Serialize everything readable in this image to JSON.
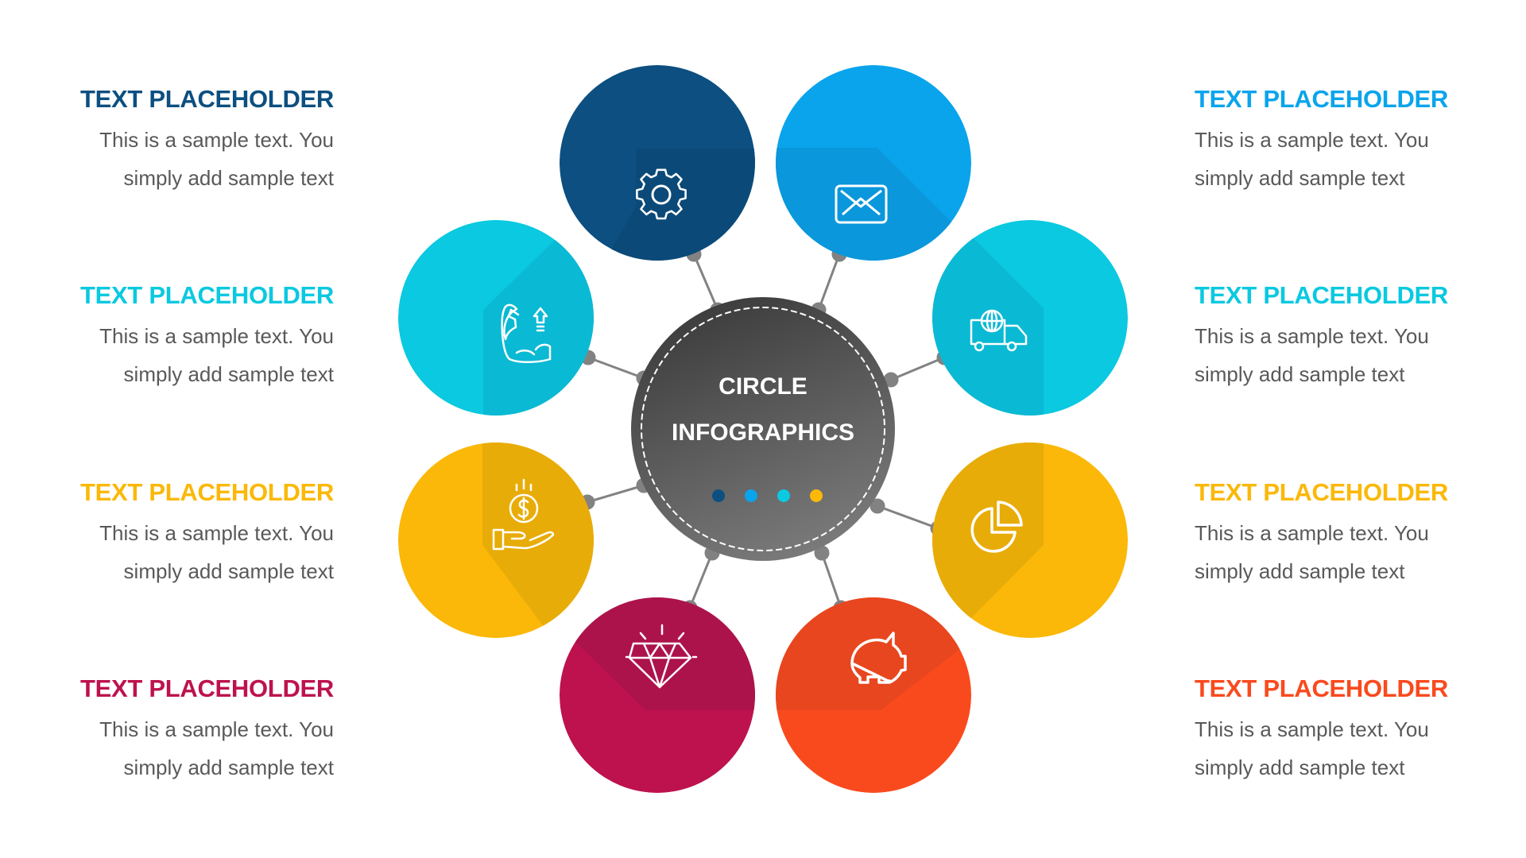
{
  "center": {
    "line1": "CIRCLE",
    "line2": "INFOGRAPHICS",
    "dots": [
      "#0c4f80",
      "#0aa4ec",
      "#0ac9e0",
      "#fbb809"
    ]
  },
  "items": [
    {
      "side": "left",
      "title": "TEXT PLACEHOLDER",
      "line1": "This is a sample text. You",
      "line2": "simply add sample text",
      "color": "#0c4f80",
      "icon": "gear-icon"
    },
    {
      "side": "left",
      "title": "TEXT PLACEHOLDER",
      "line1": "This is a sample text. You",
      "line2": "simply add sample text",
      "color": "#0ac9e0",
      "icon": "muscle-arm-icon"
    },
    {
      "side": "left",
      "title": "TEXT PLACEHOLDER",
      "line1": "This is a sample text. You",
      "line2": "simply add sample text",
      "color": "#fbb809",
      "icon": "money-hand-icon"
    },
    {
      "side": "left",
      "title": "TEXT PLACEHOLDER",
      "line1": "This is a sample text. You",
      "line2": "simply add sample text",
      "color": "#bd124e",
      "icon": "diamond-icon"
    },
    {
      "side": "right",
      "title": "TEXT PLACEHOLDER",
      "line1": "This is a sample text. You",
      "line2": "simply add sample text",
      "color": "#0aa4ec",
      "icon": "envelope-icon"
    },
    {
      "side": "right",
      "title": "TEXT PLACEHOLDER",
      "line1": "This is a sample text. You",
      "line2": "simply add sample text",
      "color": "#0ac9e0",
      "icon": "delivery-truck-globe-icon"
    },
    {
      "side": "right",
      "title": "TEXT PLACEHOLDER",
      "line1": "This is a sample text. You",
      "line2": "simply add sample text",
      "color": "#fbb809",
      "icon": "pie-chart-icon"
    },
    {
      "side": "right",
      "title": "TEXT PLACEHOLDER",
      "line1": "This is a sample text. You",
      "line2": "simply add sample text",
      "color": "#f94a1e",
      "icon": "piggy-bank-icon"
    }
  ]
}
